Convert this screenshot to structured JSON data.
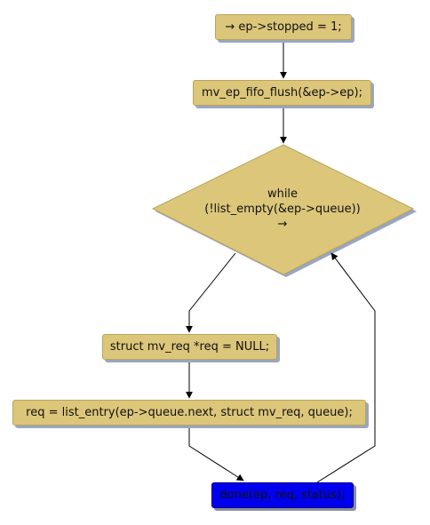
{
  "nodes": {
    "set_stopped": "→ ep->stopped = 1;",
    "fifo_flush": "mv_ep_fifo_flush(&ep->ep);",
    "loop_keyword": "while",
    "loop_condition": "(!list_empty(&ep->queue))",
    "loop_arrow": "→",
    "req_decl": "struct mv_req *req = NULL;",
    "req_assign": "req = list_entry(ep->queue.next, struct mv_req, queue);",
    "done_call": "done(ep, req, status);"
  },
  "colors": {
    "node_fill": "#dcc67a",
    "node_border": "#b9a45a",
    "highlight_fill": "#0000ee",
    "shadow": "#9aa6c0",
    "edge": "#000000"
  }
}
